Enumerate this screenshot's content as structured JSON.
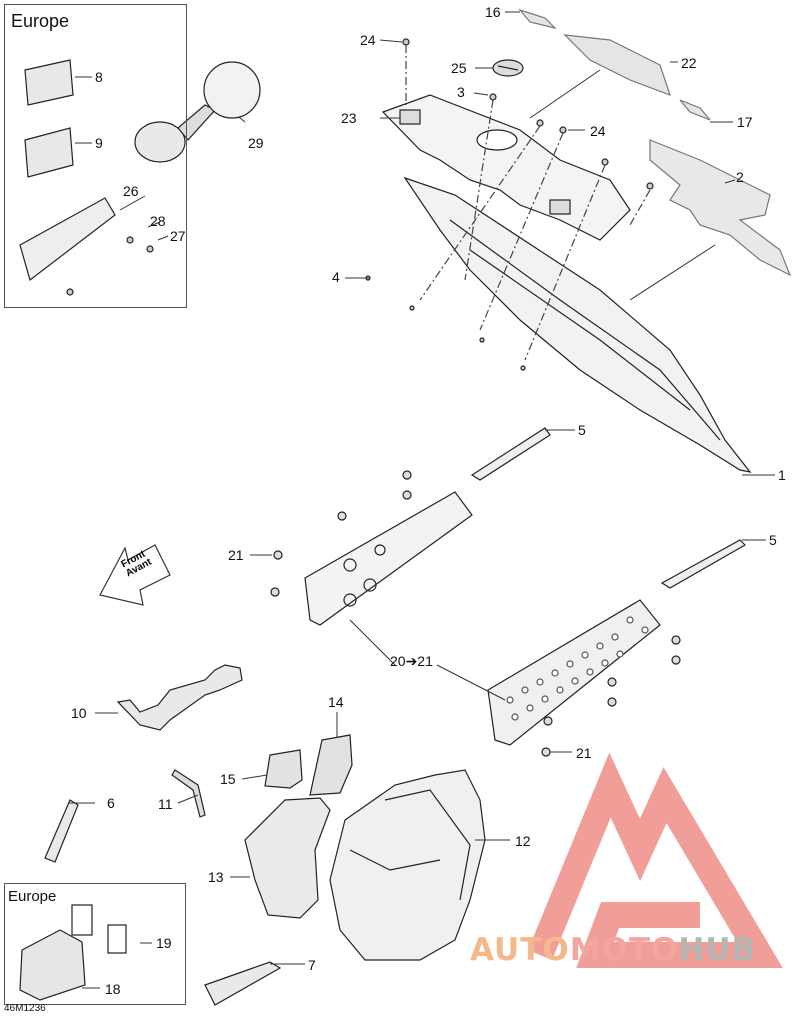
{
  "insets": [
    {
      "id": "europe-top",
      "title": "Europe"
    },
    {
      "id": "europe-bottom",
      "title": "Europe"
    }
  ],
  "callouts": {
    "c1": "1",
    "c2": "2",
    "c3": "3",
    "c4": "4",
    "c5a": "5",
    "c5b": "5",
    "c6": "6",
    "c7": "7",
    "c8": "8",
    "c9": "9",
    "c10": "10",
    "c11": "11",
    "c12": "12",
    "c13": "13",
    "c14": "14",
    "c15": "15",
    "c16": "16",
    "c17": "17",
    "c18": "18",
    "c19": "19",
    "c2021": "20➔21",
    "c21a": "21",
    "c21b": "21",
    "c22": "22",
    "c23": "23",
    "c24a": "24",
    "c24b": "24",
    "c25": "25",
    "c26": "26",
    "c27": "27",
    "c28": "28",
    "c29": "29"
  },
  "front_arrow": {
    "line1": "Front",
    "line2": "Avant"
  },
  "drawing_code": "46M1236",
  "watermark": {
    "part1": "AUTO",
    "part2": "MOTO",
    "part3": "HUB",
    "colors": {
      "logo": "#f08d86",
      "auto": "#f4b98b",
      "moto": "#f3a6a0",
      "hub": "#b5b5b5"
    }
  }
}
